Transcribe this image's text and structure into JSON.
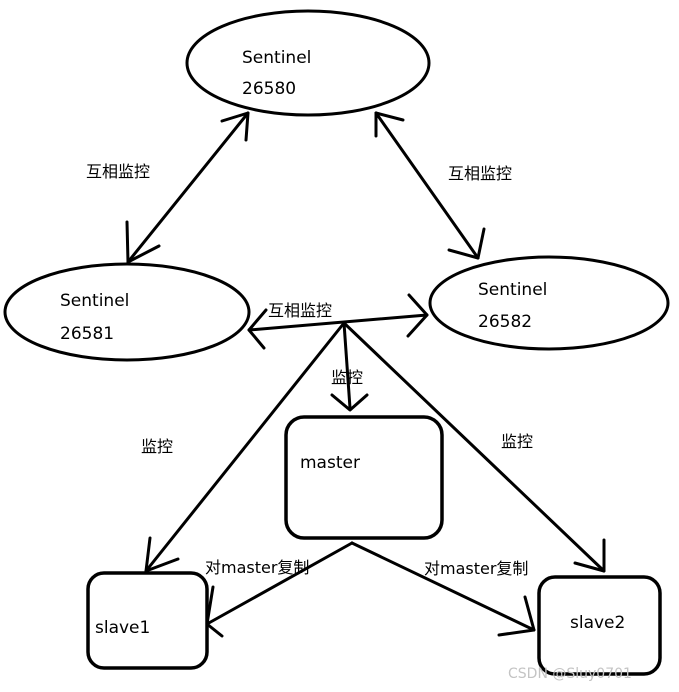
{
  "nodes": {
    "sentinel_26580": {
      "line1": "Sentinel",
      "line2": "26580"
    },
    "sentinel_26581": {
      "line1": "Sentinel",
      "line2": "26581"
    },
    "sentinel_26582": {
      "line1": "Sentinel",
      "line2": "26582"
    },
    "master": {
      "label": "master"
    },
    "slave1": {
      "label": "slave1"
    },
    "slave2": {
      "label": "slave2"
    }
  },
  "edges": {
    "mutual_monitor_left": "互相监控",
    "mutual_monitor_right": "互相监控",
    "mutual_monitor_bottom": "互相监控",
    "monitor_master": "监控",
    "monitor_slave1": "监控",
    "monitor_slave2": "监控",
    "replicate_slave1": "对master复制",
    "replicate_slave2": "对master复制"
  },
  "watermark": "CSDN @Sluy0701"
}
